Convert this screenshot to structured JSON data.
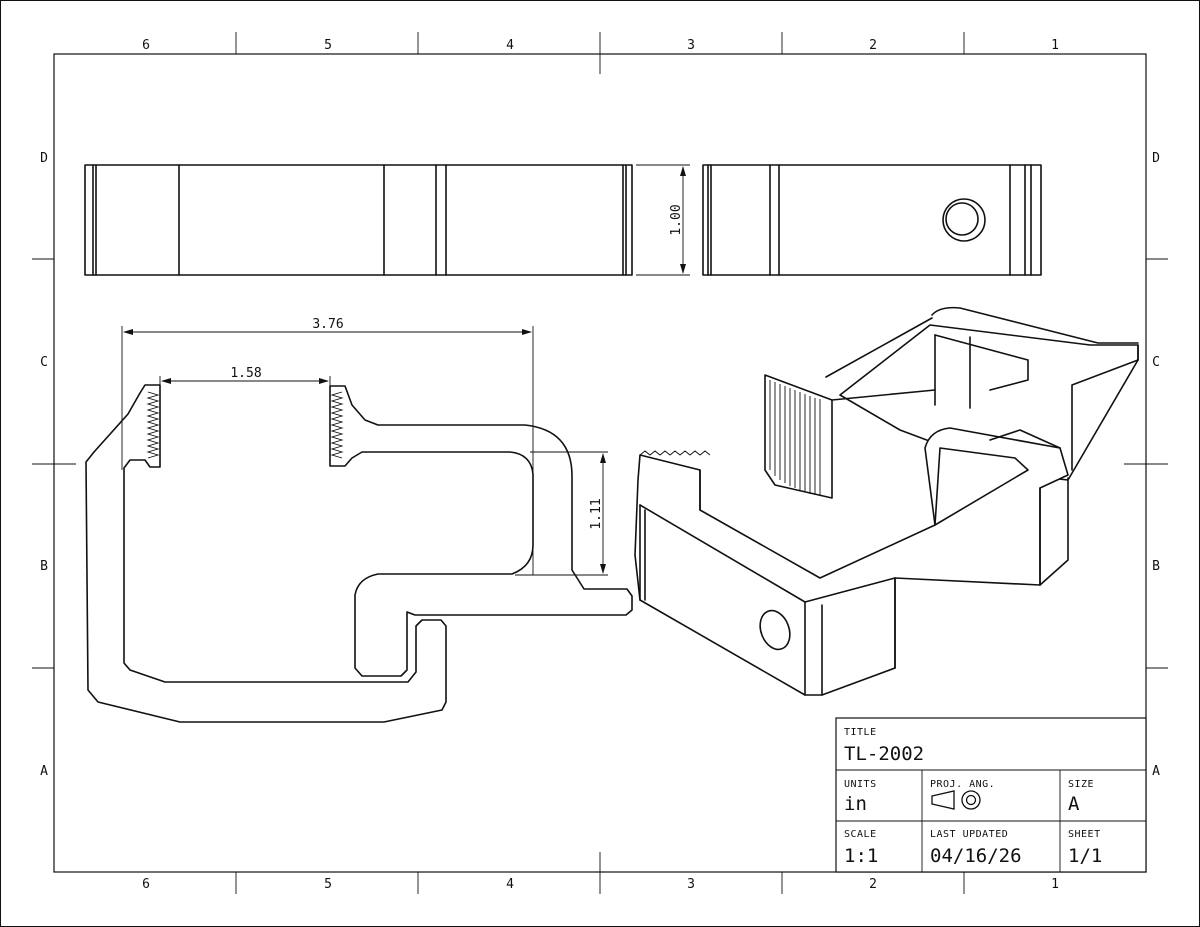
{
  "zones": {
    "columns": [
      "6",
      "5",
      "4",
      "3",
      "2",
      "1"
    ],
    "rows": [
      "D",
      "C",
      "B",
      "A"
    ]
  },
  "dimensions": {
    "overall_width": "3.76",
    "jaw_gap": "1.58",
    "height_right": "1.11",
    "thickness": "1.00"
  },
  "title_block": {
    "title_caption": "TITLE",
    "title_value": "TL-2002",
    "units_caption": "UNITS",
    "units_value": "in",
    "proj_caption": "PROJ. ANG.",
    "size_caption": "SIZE",
    "size_value": "A",
    "scale_caption": "SCALE",
    "scale_value": "1:1",
    "updated_caption": "LAST UPDATED",
    "updated_value": "04/16/26",
    "sheet_caption": "SHEET",
    "sheet_value": "1/1"
  },
  "icons": {
    "projection": "third-angle-projection-icon"
  }
}
